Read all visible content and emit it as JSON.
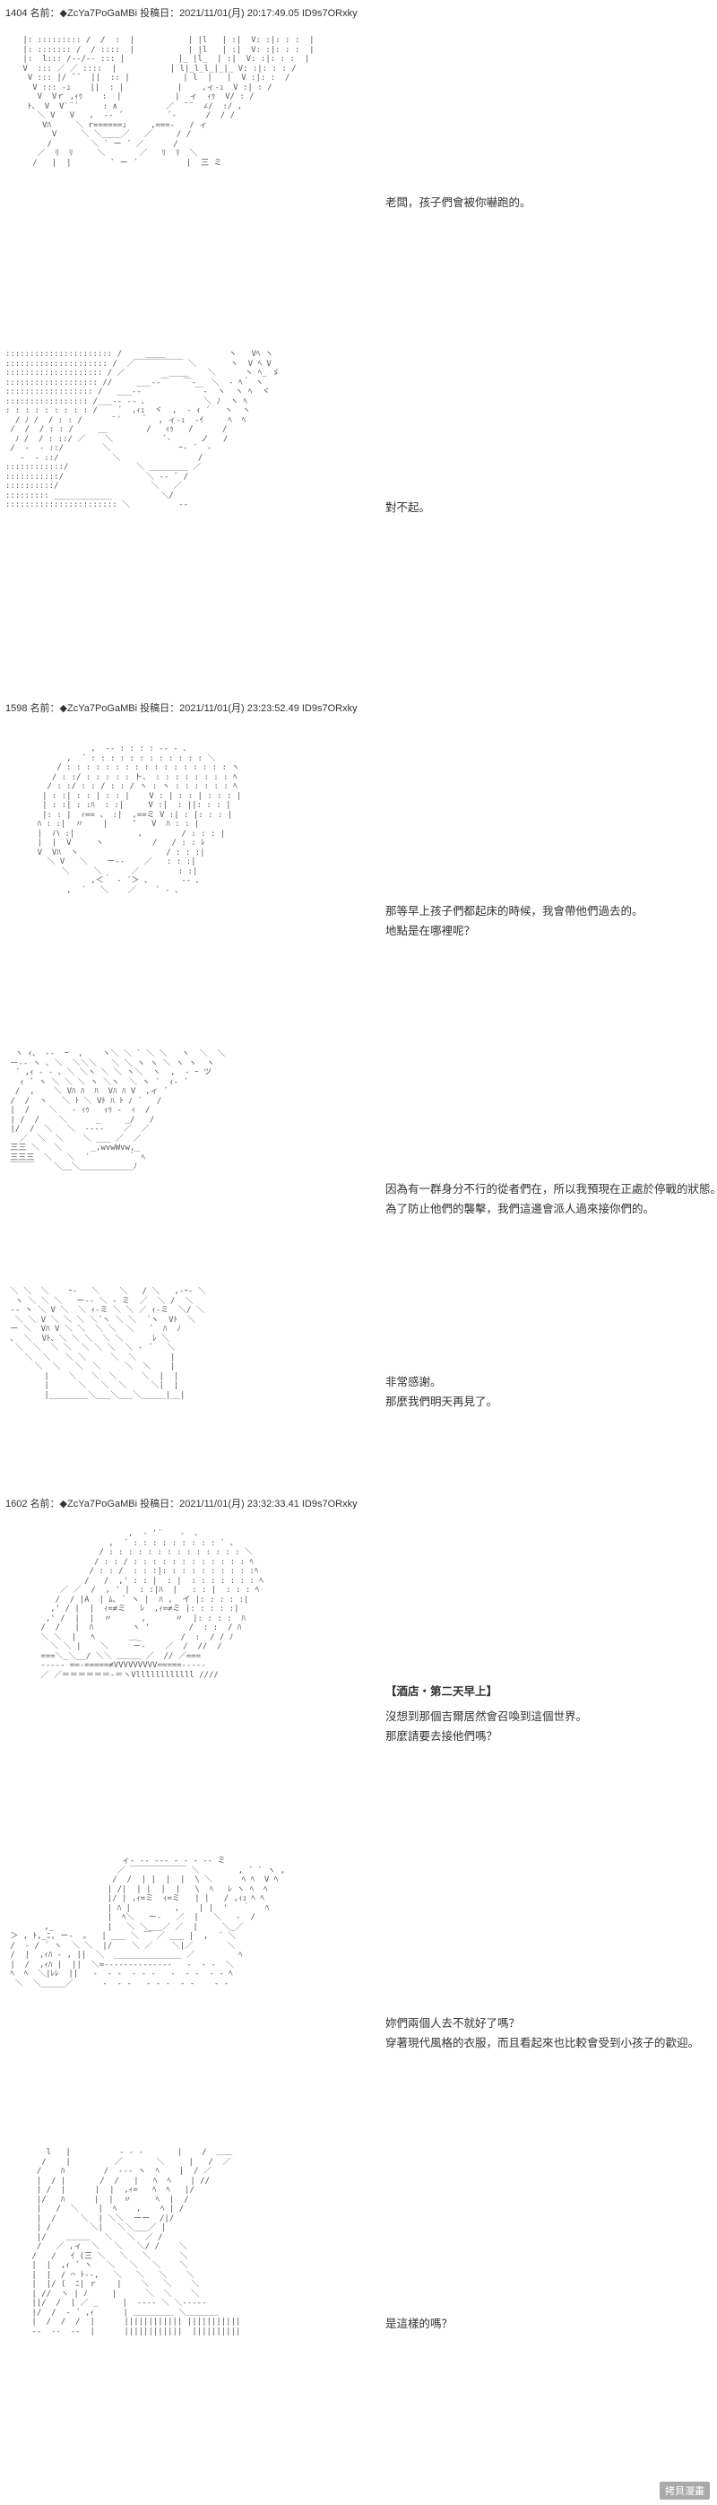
{
  "posts": [
    {
      "header": "1404 名前：◆ZcYa7PoGaMBi  投稿日：2021/11/01(月) 20:17:49.05 ID9s7ORxky",
      "panels": [
        {
          "lines": [
            "老闆，孩子們會被你嚇跑的。"
          ]
        },
        {
          "lines": [
            "對不起。"
          ]
        }
      ]
    },
    {
      "header": "1598 名前：◆ZcYa7PoGaMBi  投稿日：2021/11/01(月) 23:23:52.49 ID9s7ORxky",
      "panels": [
        {
          "lines": [
            "那等早上孩子們都起床的時候，我會帶他們過去的。",
            "地點是在哪裡呢？"
          ]
        },
        {
          "lines": [
            "因為有一群身分不行的從者們在，所以我預現在正處於停戰的狀態。",
            "為了防止他們的襲擊，我們這邊會派人過來接你們的。"
          ]
        },
        {
          "lines": [
            "非常感謝。",
            "那麼我們明天再見了。"
          ]
        }
      ]
    },
    {
      "header": "1602 名前：◆ZcYa7PoGaMBi  投稿日：2021/11/01(月) 23:32:33.41 ID9s7ORxky",
      "panels": [
        {
          "tag": "【酒店・第二天早上】",
          "lines": [
            "沒想到那個吉爾居然會召喚到這個世界。",
            "那麼請要去接他們嗎？"
          ]
        },
        {
          "lines": [
            "妳們兩個人去不就好了嗎？",
            "穿著現代風格的衣服，而且看起來也比較會受到小孩子的歡迎。"
          ]
        },
        {
          "lines": [
            "是這樣的嗎？"
          ]
        }
      ]
    }
  ],
  "watermark": "拷貝漫畫"
}
